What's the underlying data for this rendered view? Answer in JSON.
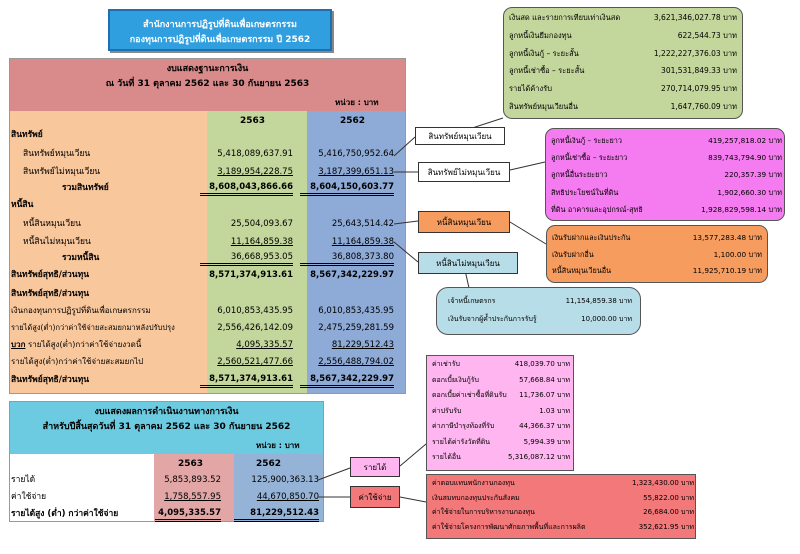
{
  "title": {
    "line1": "สำนักงานการปฏิรูปที่ดินเพื่อเกษตรกรรม",
    "line2": "กองทุนการปฏิรูปที่ดินเพื่อเกษตรกรรม  ปี 2562"
  },
  "balance": {
    "heading1": "งบแสดงฐานะการเงิน",
    "heading2": "ณ  วันที่ 31 ตุลาคม 2562 และ 30 กันยายน 2563",
    "unit": "หน่วย : บาท",
    "year1": "2563",
    "year2": "2562",
    "rows": [
      {
        "label": "สินทรัพย์",
        "v1": "",
        "v2": ""
      },
      {
        "label": "สินทรัพย์หมุนเวียน",
        "v1": "5,418,089,637.91",
        "v2": "5,416,750,952.64"
      },
      {
        "label": "สินทรัพย์ไม่หมุนเวียน",
        "v1": "3,189,954,228.75",
        "v2": "3,187,399,651.13"
      },
      {
        "label": "รวมสินทรัพย์",
        "v1": "8,608,043,866.66",
        "v2": "8,604,150,603.77"
      },
      {
        "label": "หนี้สิน",
        "v1": "",
        "v2": ""
      },
      {
        "label": "หนี้สินหมุนเวียน",
        "v1": "25,504,093.67",
        "v2": "25,643,514.42"
      },
      {
        "label": "หนี้สินไม่หมุนเวียน",
        "v1": "11,164,859.38",
        "v2": "11,164,859.38"
      },
      {
        "label": "รวมหนี้สิน",
        "v1": "36,668,953.05",
        "v2": "36,808,373.80"
      },
      {
        "label": "สินทรัพย์สุทธิ/ส่วนทุน",
        "v1": "8,571,374,913.61",
        "v2": "8,567,342,229.97"
      },
      {
        "label": "สินทรัพย์สุทธิ/ส่วนทุน",
        "v1": "",
        "v2": ""
      },
      {
        "label": "เงินกองทุนการปฏิรูปที่ดินเพื่อเกษตรกรรม",
        "v1": "6,010,853,435.95",
        "v2": "6,010,853,435.95"
      },
      {
        "label": "รายได้สูง(ต่ำ)กว่าค่าใช้จ่ายสะสมยกมาหลังปรับปรุง",
        "v1": "2,556,426,142.09",
        "v2": "2,475,259,281.59"
      },
      {
        "label_prefix": "บวก",
        "label": " รายได้สูง(ต่ำ)กว่าค่าใช้จ่ายงวดนี้",
        "v1": "4,095,335.57",
        "v2": "81,229,512.43"
      },
      {
        "label": "รายได้สูง(ต่ำ)กว่าค่าใช้จ่ายสะสมยกไป",
        "v1": "2,560,521,477.66",
        "v2": "2,556,488,794.02"
      },
      {
        "label": "สินทรัพย์สุทธิ/ส่วนทุน",
        "v1": "8,571,374,913.61",
        "v2": "8,567,342,229.97"
      }
    ]
  },
  "performance": {
    "heading1": "งบแสดงผลการดำเนินงานทางการเงิน",
    "heading2": "สำหรับปีสิ้นสุดวันที่ 31 ตุลาคม 2562 และ 30 กันยายน 2562",
    "unit": "หน่วย : บาท",
    "year1": "2563",
    "year2": "2562",
    "rows": [
      {
        "label": "รายได้",
        "v1": "5,853,893.52",
        "v2": "125,900,363.13"
      },
      {
        "label": "ค่าใช้จ่าย",
        "v1": "1,758,557.95",
        "v2": "44,670,850.70"
      },
      {
        "label": "รายได้สูง (ต่ำ) กว่าค่าใช้จ่าย",
        "v1": "4,095,335.57",
        "v2": "81,229,512.43"
      }
    ]
  },
  "labels": {
    "current_assets": "สินทรัพย์หมุนเวียน",
    "noncurrent_assets": "สินทรัพย์ไม่หมุนเวียน",
    "current_liabilities": "หนี้สินหมุนเวียน",
    "noncurrent_liabilities": "หนี้สินไม่หมุนเวียน",
    "revenue": "รายได้",
    "expense": "ค่าใช้จ่าย"
  },
  "callouts": {
    "current_assets": [
      {
        "label": "เงินสด และรายการเทียบเท่าเงินสด",
        "value": "3,621,346,027.78 บาท"
      },
      {
        "label": "ลูกหนี้เงินยืมกองทุน",
        "value": "622,544.73 บาท"
      },
      {
        "label": "ลูกหนี้เงินกู้ – ระยะสั้น",
        "value": "1,222,227,376.03 บาท"
      },
      {
        "label": "ลูกหนี้เช่าซื้อ – ระยะสั้น",
        "value": "301,531,849.33 บาท"
      },
      {
        "label": "รายได้ค้างรับ",
        "value": "270,714,079.95 บาท"
      },
      {
        "label": "สินทรัพย์หมุนเวียนอื่น",
        "value": "1,647,760.09 บาท"
      }
    ],
    "noncurrent_assets": [
      {
        "label": "ลูกหนี้เงินกู้ – ระยะยาว",
        "value": "419,257,818.02 บาท"
      },
      {
        "label": "ลูกหนี้เช่าซื้อ – ระยะยาว",
        "value": "839,743,794.90 บาท"
      },
      {
        "label": "ลูกหนี้อื่นระยะยาว",
        "value": "220,357.39 บาท"
      },
      {
        "label": "สิทธิประโยชน์ในที่ดิน",
        "value": "1,902,660.30 บาท"
      },
      {
        "label": "ที่ดิน อาคารและอุปกรณ์-สุทธิ",
        "value": "1,928,829,598.14 บาท"
      }
    ],
    "current_liabilities": [
      {
        "label": "เงินรับฝากและเงินประกัน",
        "value": "13,577,283.48 บาท"
      },
      {
        "label": "เงินรับฝากอื่น",
        "value": "1,100.00 บาท"
      },
      {
        "label": "หนี้สินหมุนเวียนอื่น",
        "value": "11,925,710.19 บาท"
      }
    ],
    "noncurrent_liabilities": [
      {
        "label": "เจ้าหนี้เกษตรกร",
        "value": "11,154,859.38 บาท"
      },
      {
        "label": "เงินรับจากผู้ค้ำประกันการรับรู้",
        "value": "10,000.00 บาท"
      }
    ],
    "revenue": [
      {
        "label": "ค่าเช่ารับ",
        "value": "418,039.70 บาท"
      },
      {
        "label": "ดอกเบี้ยเงินกู้รับ",
        "value": "57,668.84 บาท"
      },
      {
        "label": "ดอกเบี้ยค่าเช่าซื้อที่ดินรับ",
        "value": "11,736.07 บาท"
      },
      {
        "label": "ค่าปรับรับ",
        "value": "1.03 บาท"
      },
      {
        "label": "ค่าภาษีบำรุงท้องที่รับ",
        "value": "44,366.37 บาท"
      },
      {
        "label": "รายได้ค่ารังวัดที่ดิน",
        "value": "5,994.39 บาท"
      },
      {
        "label": "รายได้อื่น",
        "value": "5,316,087.12 บาท"
      }
    ],
    "expense": [
      {
        "label": "ค่าตอบแทนพนักงานกองทุน",
        "value": "1,323,430.00 บาท"
      },
      {
        "label": "เงินสมทบกองทุนประกันสังคม",
        "value": "55,822.00 บาท"
      },
      {
        "label": "ค่าใช้จ่ายในการบริหารงานกองทุน",
        "value": "26,684.00 บาท"
      },
      {
        "label": "ค่าใช้จ่ายโครงการพัฒนาศักยภาพพื้นที่และการผลิต",
        "value": "352,621.95 บาท"
      }
    ]
  },
  "colors": {
    "title_bg": "#2f9fe0",
    "header_bg": "#d98a8a",
    "label_col": "#f9c79c",
    "col_2563": "#c3d69b",
    "col_2562": "#8eaad6",
    "perf_header": "#6ccbe0",
    "perf_2563": "#e3a6a6",
    "perf_2562": "#95b3d7",
    "callout_green": "#c3d69b",
    "callout_magenta": "#f57cf0",
    "callout_orange": "#f79c5f",
    "callout_blue": "#b7dee8",
    "callout_pink": "#ffb6f0",
    "callout_red": "#f2787a"
  }
}
